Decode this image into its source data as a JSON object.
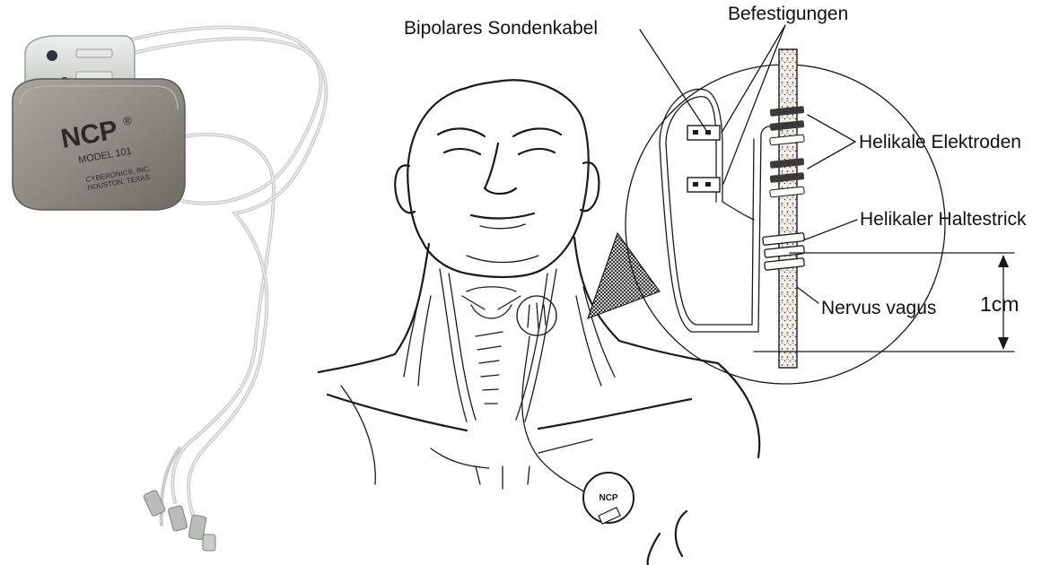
{
  "device": {
    "brand": "NCP",
    "registered": "®",
    "model": "MODEL 101",
    "maker_line1": "CYBERONICS, INC.",
    "maker_line2": "HOUSTON, TEXAS"
  },
  "implant_label": "NCP",
  "labels": {
    "lead": "Bipolares Sondenkabel",
    "anchors": "Befestigungen",
    "electrodes": "Helikale Elektroden",
    "tether": "Helikaler Haltestrick",
    "nerve": "Nervus vagus",
    "scale": "1cm"
  },
  "colors": {
    "device_body": "#8d8b83",
    "device_header": "#d7dcd8",
    "cable": "#c9cdc6",
    "ink": "#1a1a1a"
  }
}
